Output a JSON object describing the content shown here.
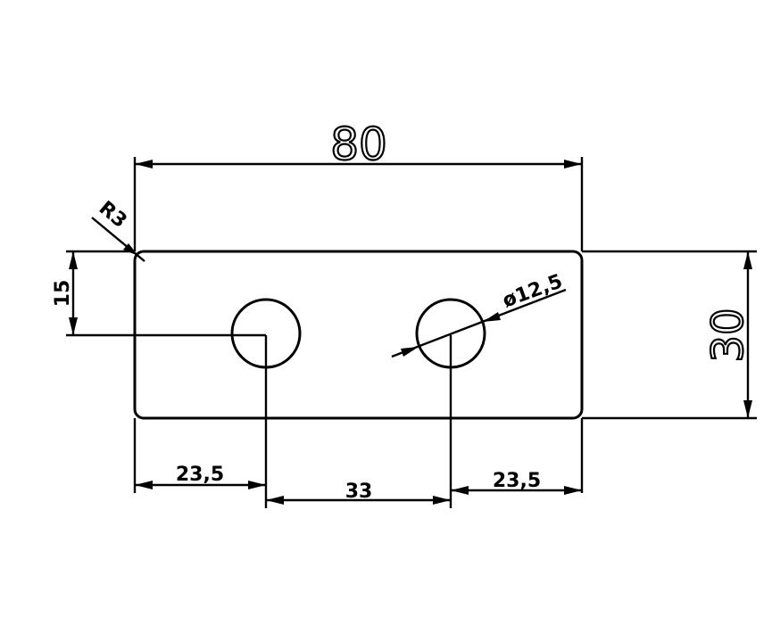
{
  "dimensions": {
    "overall_length": "80",
    "overall_height": "30",
    "corner_radius": "R3",
    "hole_height": "15",
    "hole_diameter": "ø12,5",
    "left_offset": "23,5",
    "hole_spacing": "33",
    "right_offset": "23,5"
  }
}
